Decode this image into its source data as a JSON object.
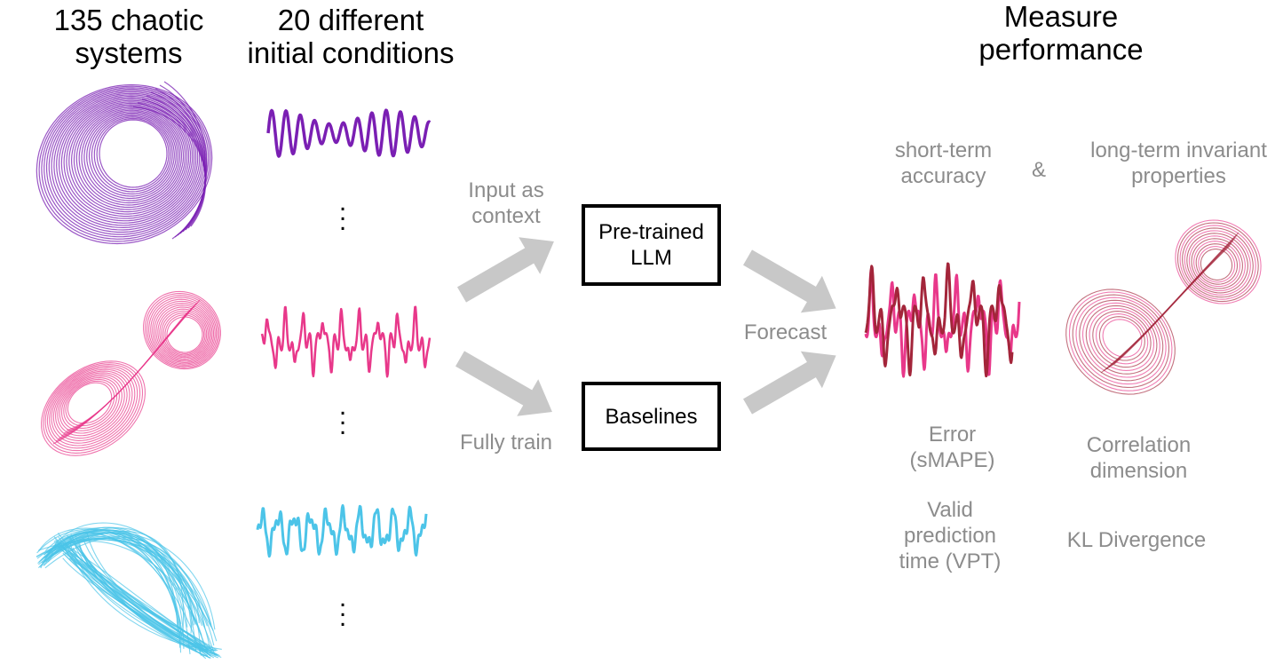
{
  "headers": {
    "systems": [
      "135 chaotic",
      "systems"
    ],
    "conditions": [
      "20 different",
      "initial conditions"
    ],
    "measure": [
      "Measure",
      "performance"
    ]
  },
  "flow": {
    "input_context": [
      "Input as",
      "context"
    ],
    "fully_train": "Fully train",
    "forecast": "Forecast",
    "llm_box": [
      "Pre-trained",
      "LLM"
    ],
    "baselines_box": "Baselines"
  },
  "metrics": {
    "short_term": [
      "short-term",
      "accuracy"
    ],
    "ampersand": "&",
    "long_term": [
      "long-term invariant",
      "properties"
    ],
    "error": [
      "Error",
      "(sMAPE)"
    ],
    "vpt": [
      "Valid",
      "prediction",
      "time (VPT)"
    ],
    "correlation": [
      "Correlation",
      "dimension"
    ],
    "kl": "KL Divergence"
  },
  "colors": {
    "purple": "#7a1fb3",
    "pink": "#e8388a",
    "cyan": "#4cc4e8",
    "dark_red": "#a3253a",
    "arrow_gray": "#c8c8c8",
    "label_gray": "#8c8c8c"
  },
  "icons": [
    "purple-attractor-icon",
    "pink-attractor-icon",
    "cyan-attractor-icon",
    "purple-timeseries-icon",
    "pink-timeseries-icon",
    "cyan-timeseries-icon",
    "forecast-timeseries-icon",
    "invariant-attractor-icon"
  ]
}
